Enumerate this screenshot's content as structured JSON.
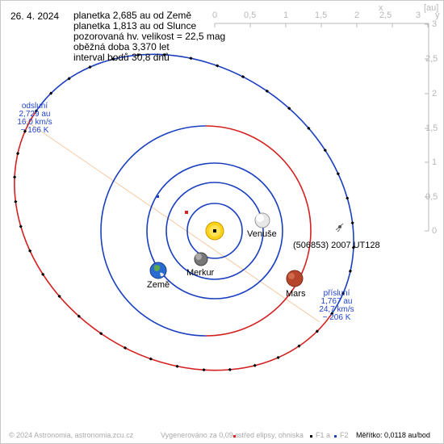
{
  "date": "26. 4. 2024",
  "info_lines": [
    "planetka 2,685 au od Země",
    "planetka 1,813 au od Slunce",
    "pozorovaná hv. velikost = 22,5 mag",
    "oběžná doba 3,370 let",
    "interval bodů 30,8 dnů"
  ],
  "axes": {
    "x_ticks": [
      "0",
      "0,5",
      "1",
      "1,5",
      "2",
      "2,5",
      "3"
    ],
    "x_label": "x",
    "y_ticks": [
      "3",
      "2,5",
      "2",
      "1,5",
      "1",
      "0,5",
      "0"
    ],
    "y_label": "y",
    "unit": "[au]"
  },
  "planets": {
    "venuse": "Venuše",
    "merkur": "Merkur",
    "zeme": "Země",
    "mars": "Mars"
  },
  "asteroid_name": "(506853) 2007 UT128",
  "aphelion": {
    "title": "odsluní",
    "distance": "2,729 au",
    "speed": "16,0 km/s",
    "temp": "~ 166 K"
  },
  "perihelion": {
    "title": "přísluní",
    "distance": "1,767 au",
    "speed": "24,7 km/s",
    "temp": "~ 206 K"
  },
  "footer": {
    "copyright": "© 2024 Astronomia, astronomia.zcu.cz",
    "generated": "Vygenerováno za 0,09 s",
    "legend_center": "střed elipsy, ohniska",
    "legend_f1": "F1 a",
    "legend_f2": "F2",
    "scale": "Měřítko: 0,0118 au/bod"
  },
  "colors": {
    "orbit_blue": "#1a3fbf",
    "orbit_red": "#d42020",
    "apsis_line": "#f5c9a0",
    "label_blue": "#2244cc",
    "axis_gray": "#b8b8b8"
  }
}
